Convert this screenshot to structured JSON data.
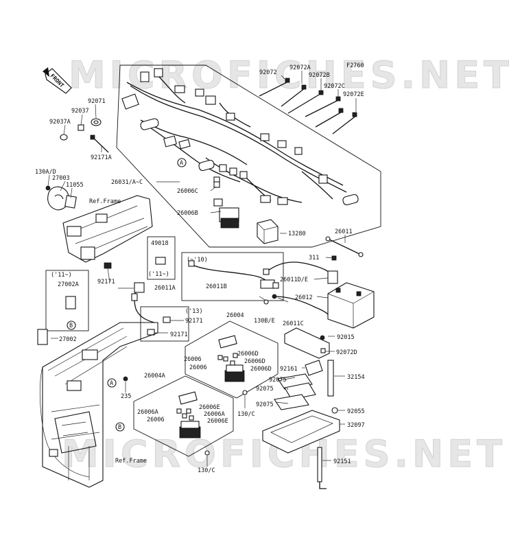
{
  "diagram_code": "F2760",
  "watermark": "MICROFICHES.NET",
  "front_label": "FRONT",
  "refs": {
    "ref_frame": "Ref.Frame",
    "marker_a": "A",
    "marker_b": "B",
    "year_11_up": "('11~)",
    "year_13": "('13)",
    "year_10": "(~'10)"
  },
  "labels": {
    "p92072": "92072",
    "p92072A": "92072A",
    "p92072B": "92072B",
    "p92072C": "92072C",
    "p92072E": "92072E",
    "p92071": "92071",
    "p92037": "92037",
    "p92037A": "92037A",
    "p92171A": "92171A",
    "p130AD": "130A/D",
    "p27003": "27003",
    "p11055": "11055",
    "p26031": "26031/A~C",
    "p26006C": "26006C",
    "p26006B": "26006B",
    "p13280": "13280",
    "p26011": "26011",
    "p49018": "49018",
    "p311": "311",
    "p26011B": "26011B",
    "p26011DE": "26011D/E",
    "p92171": "92171",
    "p26011A": "26011A",
    "p27002A": "27002A",
    "p26012": "26012",
    "p130BE": "130B/E",
    "p26011C": "26011C",
    "p26004": "26004",
    "p92015": "92015",
    "p27002": "27002",
    "p92072D": "92072D",
    "p26006": "26006",
    "p26006D": "26006D",
    "p92161": "92161",
    "p32154": "32154",
    "p92075": "92075",
    "p26004A": "26004A",
    "p235": "235",
    "p130C": "130/C",
    "p26006A": "26006A",
    "p26006E": "26006E",
    "p92055": "92055",
    "p32097": "32097",
    "p92151": "92151"
  }
}
